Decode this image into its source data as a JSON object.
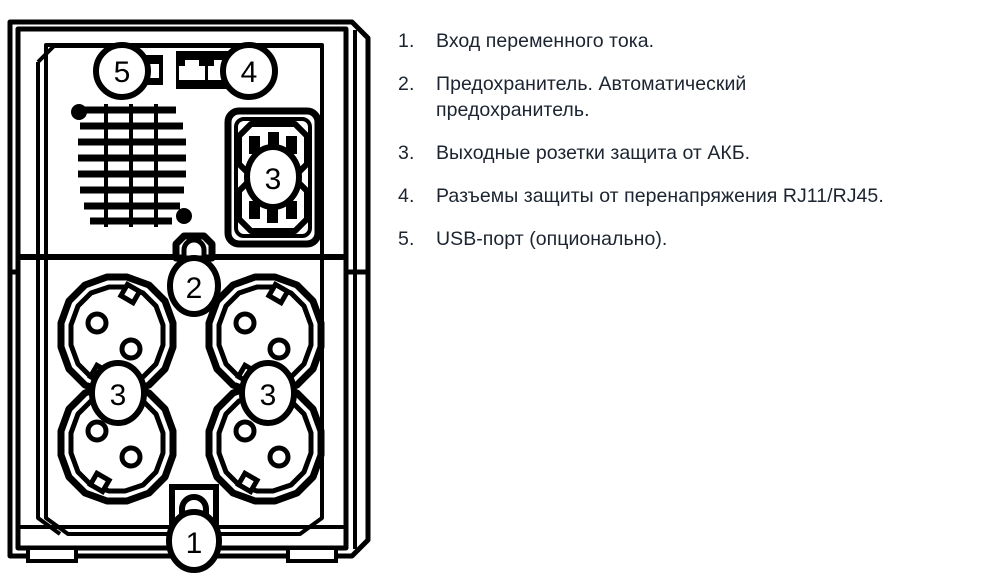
{
  "figure": {
    "kind": "ups-rear-panel-diagram",
    "background_color": "#ffffff",
    "line_color": "#000000",
    "text_color": "#1b2430"
  },
  "legend": {
    "items": [
      {
        "number": "1.",
        "text": "Вход переменного тока."
      },
      {
        "number": "2.",
        "text": "Предохранитель. Автоматический предохранитель."
      },
      {
        "number": "3.",
        "text": "Выходные розетки защита от АКБ."
      },
      {
        "number": "4.",
        "text": "Разъемы защиты от перенапряжения RJ11/RJ45."
      },
      {
        "number": "5.",
        "text": "USB-порт (опционально)."
      }
    ]
  },
  "callouts": {
    "usb_port": "5",
    "rj_jacks": "4",
    "iec_outlet": "3",
    "fuse": "2",
    "socket_left": "3",
    "socket_right": "3",
    "ac_inlet": "1"
  },
  "parts": {
    "usb_port_label": "usb-port",
    "rj11_rj45_jacks_label": "rj11-rj45-jacks",
    "ventilation_grille_label": "ventilation-grille",
    "iec_c13_outlets_label": "iec-c13-outlets",
    "circuit_breaker_label": "circuit-breaker",
    "schuko_sockets_label": "schuko-sockets",
    "ac_inlet_label": "ac-inlet",
    "chassis_label": "ups-chassis"
  }
}
